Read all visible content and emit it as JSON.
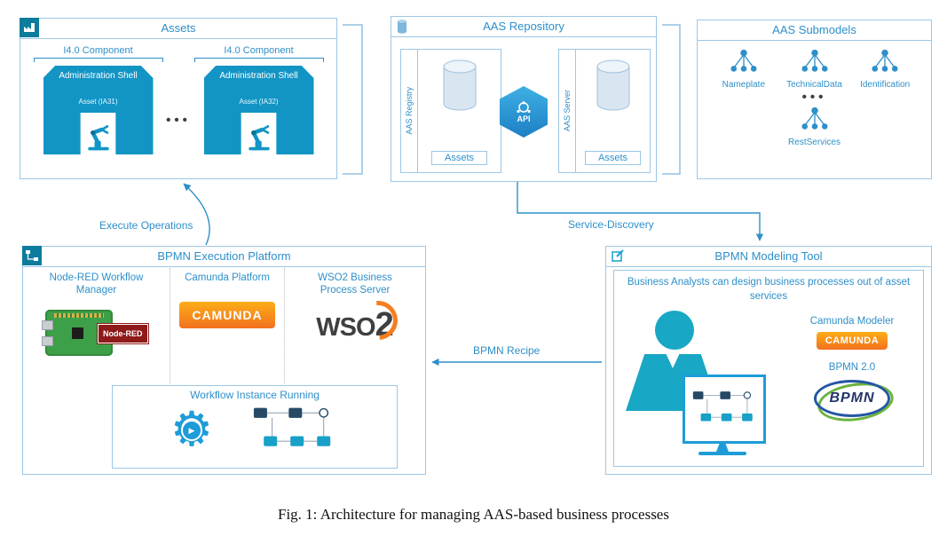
{
  "caption": "Fig. 1: Architecture for managing AAS-based business processes",
  "colors": {
    "accent_blue": "#2e8fc9",
    "teal": "#1295c5",
    "border_blue": "#9cc7e6",
    "camunda_orange": "#f3701f",
    "nodered_red": "#8f1a1a",
    "wso2_orange": "#f47e20",
    "bpmn_green": "#6cb33f",
    "bpmn_blue": "#2456a4"
  },
  "icons": {
    "gear": "⚙",
    "play": "▶"
  },
  "assets": {
    "title": "Assets",
    "dots": "•••",
    "components": [
      {
        "label": "I4.0 Component",
        "shell_title": "Administration Shell",
        "asset_label": "Asset (IA31)"
      },
      {
        "label": "I4.0 Component",
        "shell_title": "Administration Shell",
        "asset_label": "Asset (IA32)"
      }
    ]
  },
  "repository": {
    "title": "AAS Repository",
    "registry": {
      "vertical_label": "AAS Registry",
      "assets_label": "Assets"
    },
    "server": {
      "vertical_label": "AAS Server",
      "assets_label": "Assets"
    },
    "api_label": "API"
  },
  "submodels": {
    "title": "AAS Submodels",
    "dots": "•••",
    "items": [
      {
        "label": "Nameplate"
      },
      {
        "label": "TechnicalData"
      },
      {
        "label": "Identification"
      }
    ],
    "rest_label": "RestServices"
  },
  "arrows": {
    "execute_operations": "Execute Operations",
    "service_discovery": "Service-Discovery",
    "bpmn_recipe": "BPMN Recipe"
  },
  "execution": {
    "title": "BPMN Execution Platform",
    "columns": [
      {
        "title": "Node-RED Workflow Manager",
        "logo_text": "Node-RED"
      },
      {
        "title": "Camunda Platform",
        "logo_text": "CAMUNDA"
      },
      {
        "title": "WSO2 Business Process Server",
        "logo_wso": "WSO",
        "logo_2": "2"
      }
    ],
    "workflow_title": "Workflow Instance Running"
  },
  "modeling": {
    "title": "BPMN Modeling Tool",
    "description": "Business Analysts can design business processes out of asset services",
    "camunda_label": "Camunda Modeler",
    "camunda_logo": "CAMUNDA",
    "bpmn_label": "BPMN 2.0",
    "bpmn_logo": "BPMN"
  }
}
